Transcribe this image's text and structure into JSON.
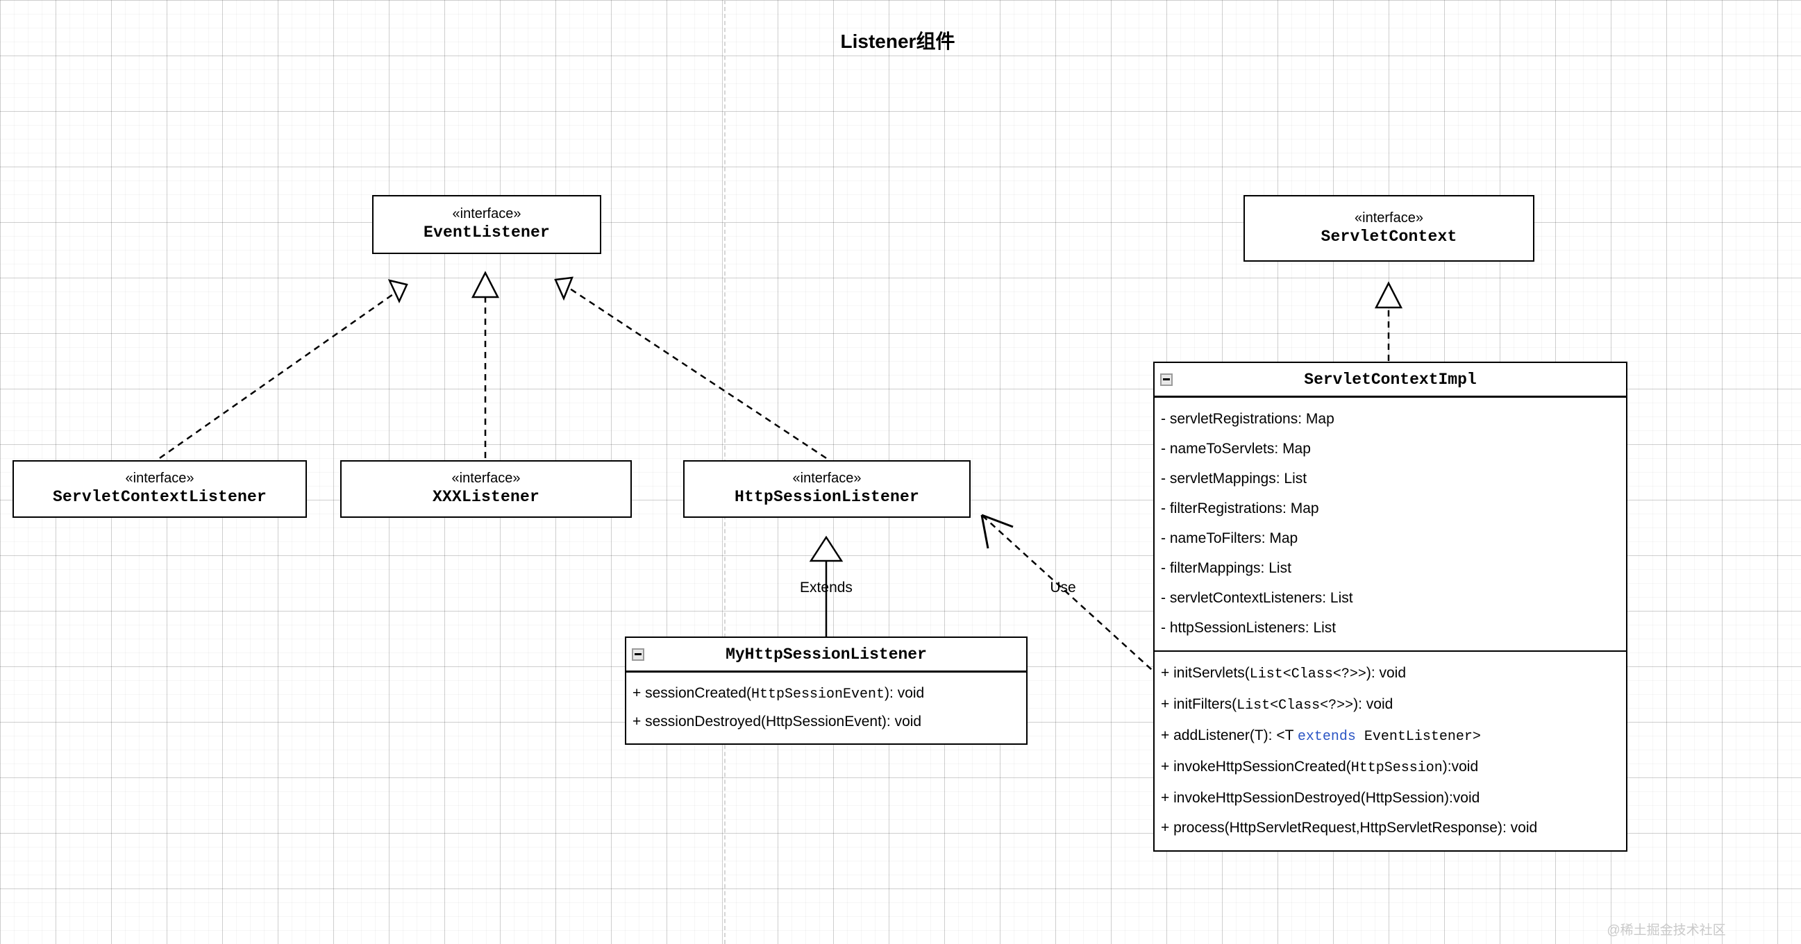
{
  "title": "Listener组件",
  "watermark": "@稀土掘金技术社区",
  "stereotype": "«interface»",
  "interfaces": {
    "event_listener": {
      "stereotype": "«interface»",
      "name": "EventListener"
    },
    "servlet_context": {
      "stereotype": "«interface»",
      "name": "ServletContext"
    },
    "servlet_context_listener": {
      "stereotype": "«interface»",
      "name": "ServletContextListener"
    },
    "xxx_listener": {
      "stereotype": "«interface»",
      "name": "XXXListener"
    },
    "http_session_listener": {
      "stereotype": "«interface»",
      "name": "HttpSessionListener"
    }
  },
  "classes": {
    "my_http_session_listener": {
      "name": "MyHttpSessionListener",
      "collapse_icon": "minus-icon",
      "methods": [
        {
          "prefix": "+ sessionCreated(",
          "mono": "HttpSessionEvent",
          "suffix": "): void"
        },
        {
          "prefix": "+ sessionDestroyed(HttpSessionEvent): void",
          "mono": "",
          "suffix": ""
        }
      ]
    },
    "servlet_context_impl": {
      "name": "ServletContextImpl",
      "collapse_icon": "minus-icon",
      "attributes": [
        "- servletRegistrations: Map",
        "- nameToServlets: Map",
        "- servletMappings: List",
        "- filterRegistrations: Map",
        "- nameToFilters: Map",
        "- filterMappings: List",
        "- servletContextListeners: List",
        "- httpSessionListeners: List"
      ],
      "methods": [
        {
          "prefix": "+ initServlets(",
          "mono": "List<Class<?>>",
          "suffix": "): void",
          "kw": ""
        },
        {
          "prefix": "+ initFilters(",
          "mono": "List<Class<?>>",
          "suffix": "): void",
          "kw": ""
        },
        {
          "prefix": "+ addListener(T): <T ",
          "kw": "extends",
          "mono": " EventListener>",
          "suffix": ""
        },
        {
          "prefix": "+ invokeHttpSessionCreated(",
          "mono": "HttpSession",
          "suffix": "):void",
          "kw": ""
        },
        {
          "prefix": "+ invokeHttpSessionDestroyed(HttpSession):void",
          "mono": "",
          "suffix": "",
          "kw": ""
        },
        {
          "prefix": "+ process(HttpServletRequest,HttpServletResponse): void",
          "mono": "",
          "suffix": "",
          "kw": ""
        }
      ]
    }
  },
  "edges": {
    "extends_label": "Extends",
    "use_label": "Use"
  },
  "colors": {
    "stroke": "#000000",
    "background": "#ffffff",
    "grid_minor": "#f2f2f2",
    "grid_major": "#d6d6d6",
    "keyword_blue": "#2b55c4",
    "watermark": "#c9c9c9"
  }
}
